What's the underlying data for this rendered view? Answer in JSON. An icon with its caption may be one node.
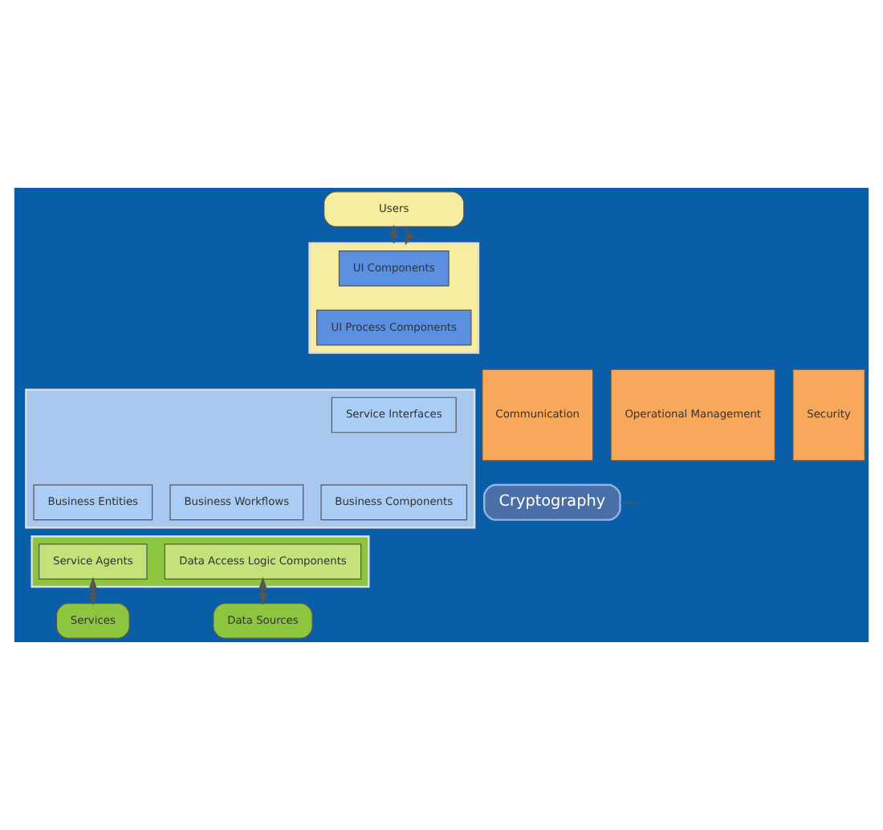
{
  "diagram": {
    "nodes": [
      {
        "text": [
          "Users"
        ]
      },
      {
        "text": [],
        "shape": "box"
      },
      {
        "text": [
          "UI Components"
        ],
        "in": 1
      },
      {
        "text": [
          "UI Process Components"
        ],
        "in": 1
      },
      {
        "text": [],
        "shape": "box"
      },
      {
        "text": [
          "Service Interfaces"
        ],
        "in": 4
      },
      {
        "text": [
          "Business Workflows"
        ],
        "in": 4
      },
      {
        "text": [
          "Business Components"
        ],
        "in": 4
      },
      {
        "text": [
          "Business Entities"
        ],
        "in": 4
      },
      {
        "text": [],
        "shape": "box"
      },
      {
        "text": [
          "Data Access Logic Components"
        ],
        "in": 9
      },
      {
        "text": [
          "Service Agents"
        ],
        "in": 9
      },
      {
        "text": [
          "Data Sources"
        ]
      },
      {
        "text": [
          "Services"
        ]
      },
      {
        "text": [
          "Communication"
        ]
      },
      {
        "text": [
          "Operational Management"
        ]
      },
      {
        "text": [
          "Security"
        ]
      },
      {
        "text": [
          "Cryptography"
        ]
      }
    ],
    "edges": [
      {
        "from": 1,
        "to": 0,
        "arrow": "to"
      },
      {
        "from": 0,
        "to": 1,
        "arrow": "to"
      },
      {
        "from": 10,
        "to": 12,
        "arrow": "both"
      },
      {
        "from": 11,
        "to": 13,
        "arrow": "both"
      },
      {
        "from": 17,
        "to": null,
        "arrow": "none"
      }
    ]
  }
}
